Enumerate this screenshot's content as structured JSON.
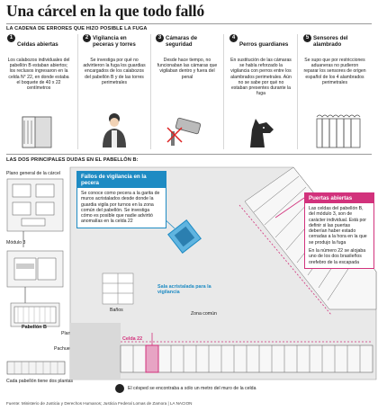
{
  "title": "Una cárcel en la que todo falló",
  "section1": {
    "kicker": "LA CADENA DE ERRORES QUE HIZO POSIBLE LA FUGA",
    "columns": [
      {
        "num": "1",
        "head": "Celdas abiertas",
        "body": "Los calabozos individuales del pabellón B estaban abiertos; los reclusos ingresaron en la celda N° 22, en donde estaba el boquete de 40 x 22 centímetros"
      },
      {
        "num": "2",
        "head": "Vigilancia en peceras y torres",
        "body": "Se investiga por qué no advirtieron la fuga los guardias encargados de los calabozos del pabellón B y de las torres perimetrales"
      },
      {
        "num": "3",
        "head": "Cámaras de seguridad",
        "body": "Desde hace tiempo, no funcionaban las cámaras que vigilaban dentro y fuera del penal"
      },
      {
        "num": "4",
        "head": "Perros guardianes",
        "body": "En sustitución de las cámaras se había reforzado la vigilancia con perros entre los alambrados perimetrales. Aún no se sabe por qué no estaban presentes durante la fuga"
      },
      {
        "num": "5",
        "head": "Sensores del alambrado",
        "body": "Se supo que por restricciones aduaneras no pudieron reparar los sensores de origen español de los 4 alambrados perimetrales"
      }
    ]
  },
  "section2": {
    "kicker": "LAS DOS PRINCIPALES DUDAS EN EL PABELLÓN B:",
    "plano_label": "Plano general de la cárcel",
    "modulo_label": "Módulo 3",
    "pabellon_label": "Pabellón B",
    "planta_baja": "Planta baja",
    "pachuelo_label": "Pachuela",
    "cada_label": "Cada pabellón tiene dos plantas",
    "callout_left": {
      "title": "Fallos de vigilancia en la pecera",
      "body": "Se conoce como pecera a la garita de muros acristalados desde donde la guardia vigila por turnos en la zona común del pabellón. Se investiga cómo es posible que nadie advirtió anomalías en la celda 22"
    },
    "callout_right": {
      "title": "Puertas abiertas",
      "body1": "Las celdas del pabellón B, del módulo 3, son de carácter individual. Está por definir si las puertas deberían haber estado cerradas a la hora en la que se produjo la fuga",
      "body2": "En la número 22 se alojaba uno de los dos brasileños orefebro de la escapada"
    },
    "sala_label": "Sala acristalada para la vigilancia",
    "banos_label": "Baños",
    "zona_label": "Zona común",
    "celda_label": "Celda 22",
    "cesped_note": "El césped se encontraba a sólo un metro del muro de la celda",
    "colors": {
      "cyan": "#1e8bc3",
      "magenta": "#d2327c",
      "floor": "#e9e9e9"
    }
  },
  "source": "Fuente:  Ministerio de Justicia y Derechos Humanos; Justicia Federal Lomas de Zamora  |  LA NACION"
}
